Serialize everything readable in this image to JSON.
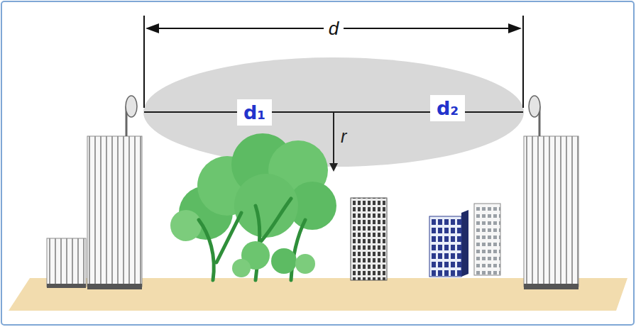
{
  "diagram": {
    "labels": [
      "d",
      "d₁",
      "d₂",
      "r"
    ]
  }
}
